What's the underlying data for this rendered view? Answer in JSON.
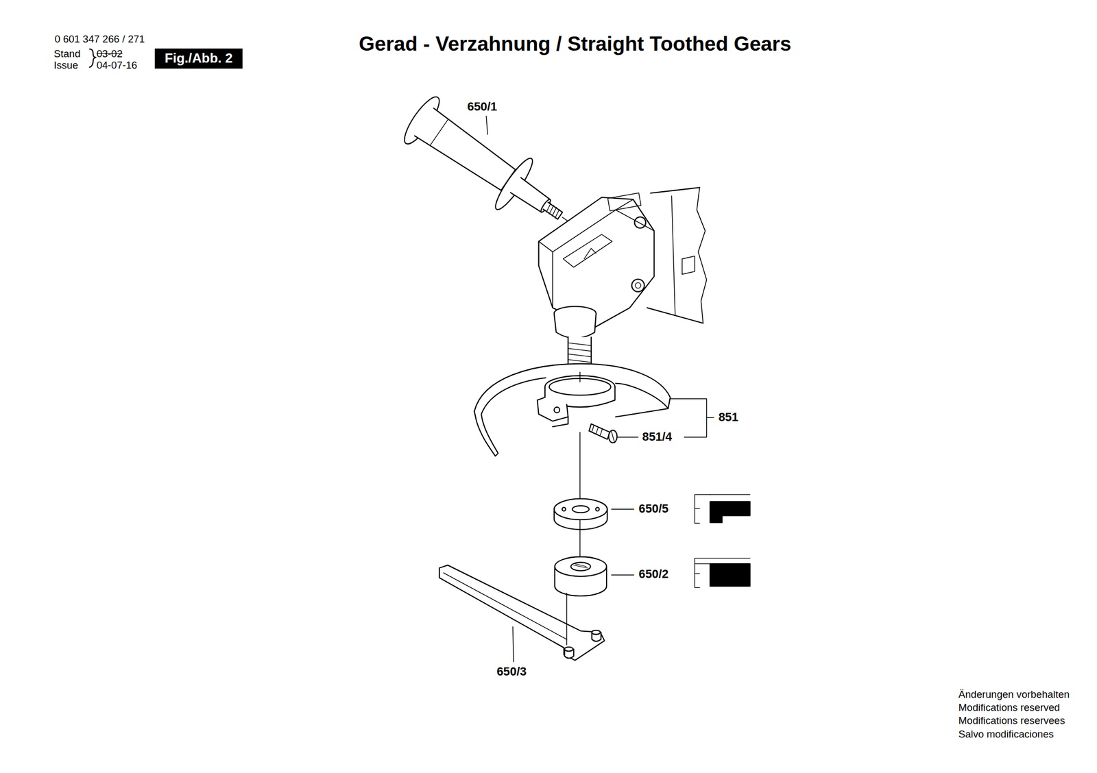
{
  "diagram": {
    "title": "Gerad - Verzahnung / Straight Toothed Gears",
    "labels": [
      "0 601 347 266 / 271",
      "Stand",
      "03-02",
      "Issue",
      "04-07-16",
      "Fig./Abb. 2",
      "650/1",
      "851",
      "851/4",
      "650/5",
      "650/2",
      "650/3",
      "Änderungen vorbehalten",
      "Modifications reserved",
      "Modifications reservees",
      "Salvo modificaciones"
    ]
  }
}
